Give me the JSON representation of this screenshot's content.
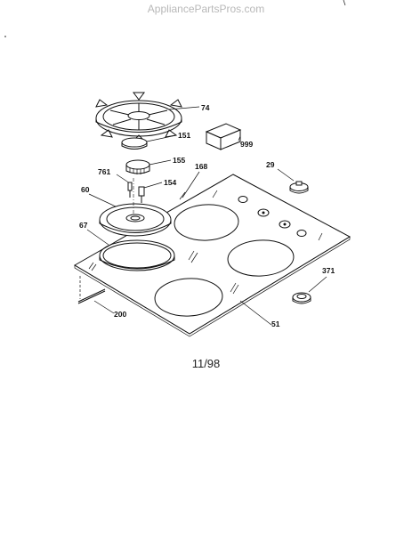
{
  "watermark": "AppliancePartsPros.com",
  "date_code": "11/98",
  "callouts": {
    "p74": "74",
    "p151": "151",
    "p999": "999",
    "p155": "155",
    "p761": "761",
    "p168": "168",
    "p29": "29",
    "p154": "154",
    "p60": "60",
    "p67": "67",
    "p371": "371",
    "p200": "200",
    "p51": "51"
  }
}
